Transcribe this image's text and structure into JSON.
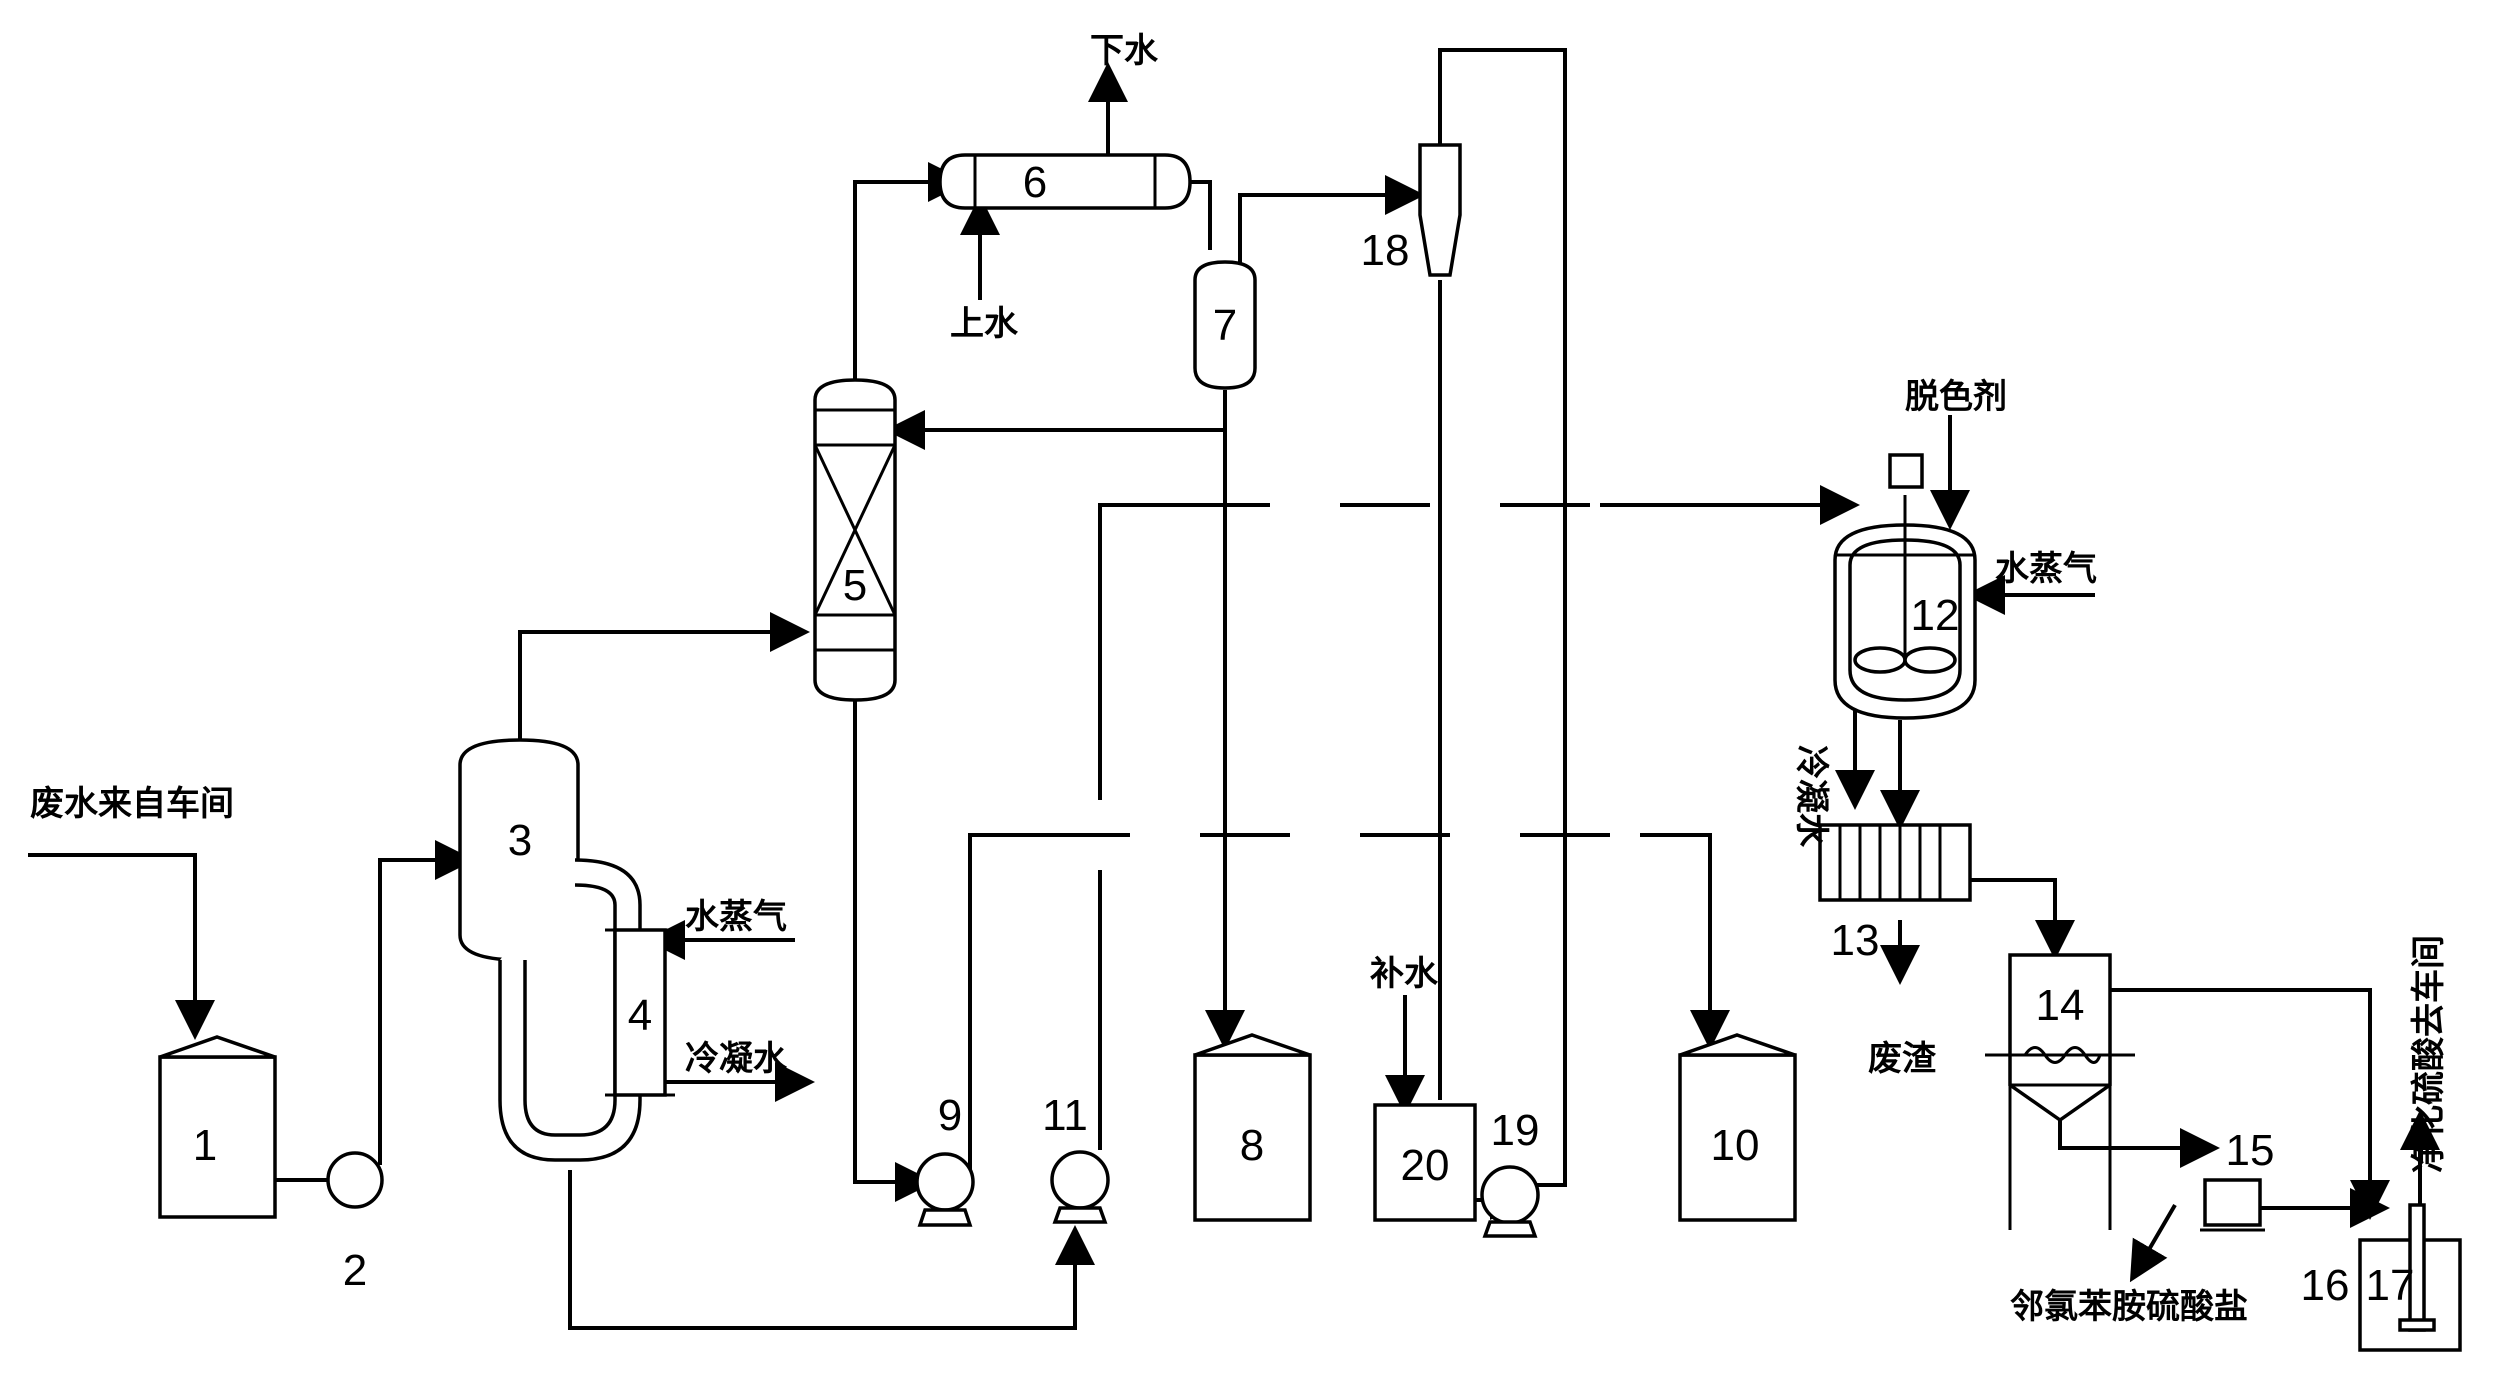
{
  "equipment": {
    "e1": "1",
    "e2": "2",
    "e3": "3",
    "e4": "4",
    "e5": "5",
    "e6": "6",
    "e7": "7",
    "e8": "8",
    "e9": "9",
    "e10": "10",
    "e11": "11",
    "e12": "12",
    "e13": "13",
    "e14": "14",
    "e15": "15",
    "e16": "16",
    "e17": "17",
    "e18": "18",
    "e19": "19",
    "e20": "20"
  },
  "labels": {
    "wastewater_in": "废水来自车间",
    "steam_evaporator": "水蒸气",
    "condensate_evaporator": "冷凝水",
    "water_out": "下水",
    "water_in": "上水",
    "makeup_water": "补水",
    "decolorant": "脱色剂",
    "steam_reactor": "水蒸气",
    "condensate_reactor": "冷凝水",
    "waste_residue": "废渣",
    "product_salt": "邻氯苯胺硫酸盐",
    "purified_acid_out": "净化硫酸去车间"
  }
}
